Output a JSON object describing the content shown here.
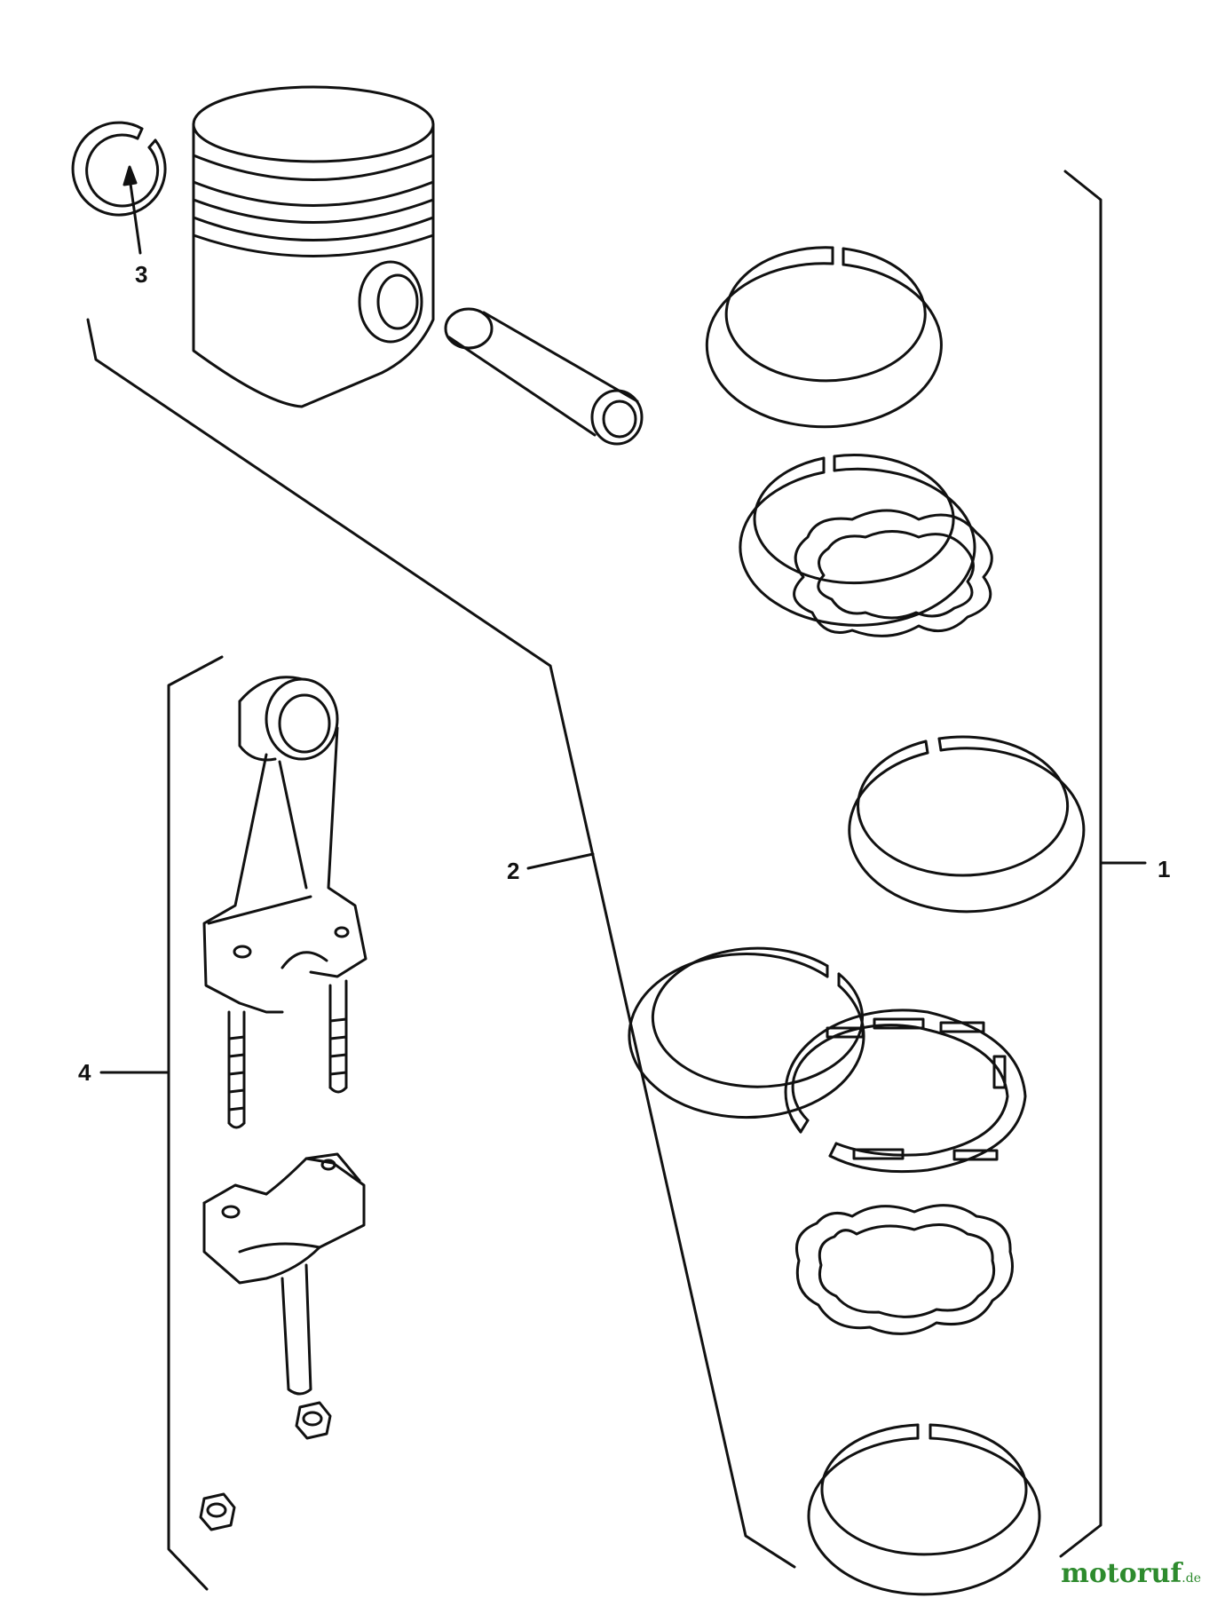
{
  "diagram": {
    "callouts": [
      {
        "id": "1",
        "label": "1"
      },
      {
        "id": "2",
        "label": "2"
      },
      {
        "id": "3",
        "label": "3"
      },
      {
        "id": "4",
        "label": "4"
      }
    ],
    "parts": [
      {
        "name": "piston-ring-set",
        "callout": "1"
      },
      {
        "name": "piston-assembly",
        "callout": "2"
      },
      {
        "name": "retaining-ring",
        "callout": "3"
      },
      {
        "name": "connecting-rod-assembly",
        "callout": "4"
      }
    ],
    "line_color": "#111111"
  },
  "watermark": {
    "brand": "motoruf",
    "tld": ".de",
    "color": "#2e8b2e"
  }
}
